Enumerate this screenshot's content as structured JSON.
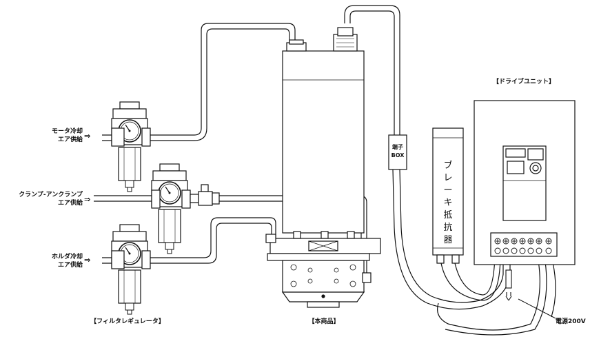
{
  "labels": {
    "motor_cooling_line1": "モータ冷却",
    "motor_cooling_line2": "エア供給",
    "clamp_line1": "クランプ-アンクランプ",
    "clamp_line2": "エア供給",
    "holder_cooling_line1": "ホルダ冷却",
    "holder_cooling_line2": "エア供給",
    "filter_regulator": "【フィルタレギュレータ】",
    "main_product": "【本商品】",
    "drive_unit": "【ドライブユニット】",
    "terminal_box_line1": "端子",
    "terminal_box_line2": "BOX",
    "brake_resistor": "ブレーキ抵抗器",
    "power_supply": "電源200V",
    "arrow_glyph": "⇒"
  }
}
